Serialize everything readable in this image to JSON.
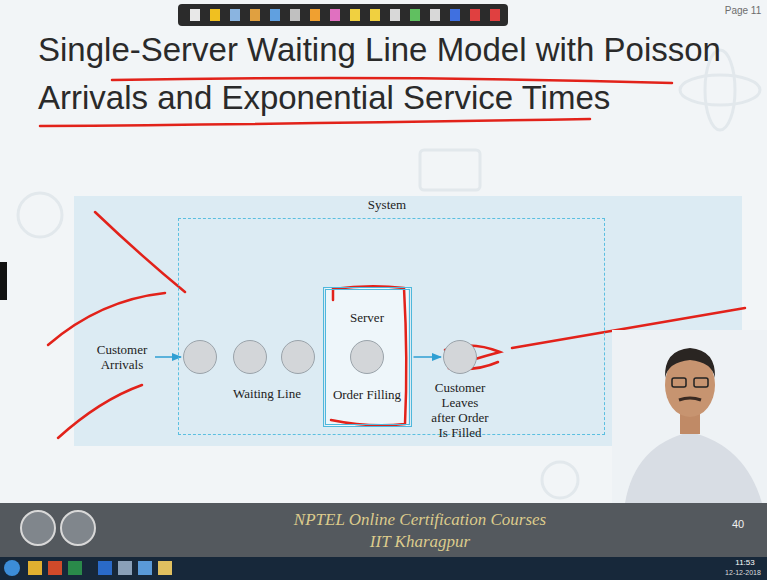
{
  "diagram": {
    "title": "Single-Server Waiting Line Model with Poisson Arrivals and Exponential Service Times",
    "nodes": [
      {
        "text": [
          "Customer Arrivals"
        ]
      },
      {
        "text": [
          "System"
        ]
      },
      {
        "text": [
          "Waiting Line"
        ],
        "in": 1
      },
      {
        "text": [
          "Server",
          "Order Filling"
        ],
        "in": 1
      },
      {
        "text": [
          "Customer Leaves after Order Is Filled"
        ]
      }
    ],
    "edges": [
      {
        "from": 0,
        "to": 2,
        "arrow": "to"
      },
      {
        "from": 3,
        "to": 4,
        "arrow": "to"
      }
    ],
    "labels": [
      "Page 11",
      "NPTEL Online Certification Courses",
      "IIT Kharagpur",
      "40",
      "11:53",
      "12-12-2018"
    ]
  }
}
